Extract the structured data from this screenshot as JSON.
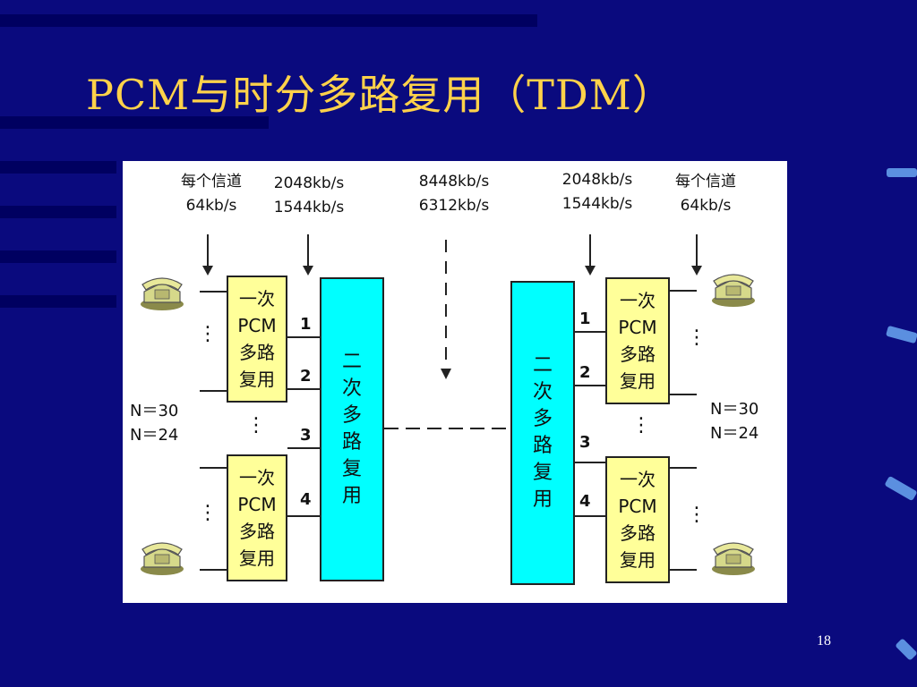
{
  "slide": {
    "title": "PCM与时分多路复用（TDM）",
    "page_number": "18"
  },
  "diagram": {
    "left_channel": [
      "每个信道",
      "64kb/s"
    ],
    "right_channel": [
      "每个信道",
      "64kb/s"
    ],
    "left_primary_rate": [
      "2048kb/s",
      "1544kb/s"
    ],
    "right_primary_rate": [
      "2048kb/s",
      "1544kb/s"
    ],
    "secondary_rate": [
      "8448kb/s",
      "6312kb/s"
    ],
    "primary_mux_label": "一次\nPCM\n多路\n复用",
    "secondary_mux_label": "二\n次\n多\n路\n复\n用",
    "left_n": [
      "N＝30",
      "N＝24"
    ],
    "right_n": [
      "N＝30",
      "N＝24"
    ],
    "ports": [
      "1",
      "2",
      "3",
      "4"
    ],
    "ellipsis": "⋮",
    "icons": {
      "telephone": "telephone-icon"
    },
    "colors": {
      "primary_mux": "#ffff99",
      "secondary_mux": "#00ffff",
      "title": "#ffd24a",
      "background": "#0a0a7e"
    }
  }
}
